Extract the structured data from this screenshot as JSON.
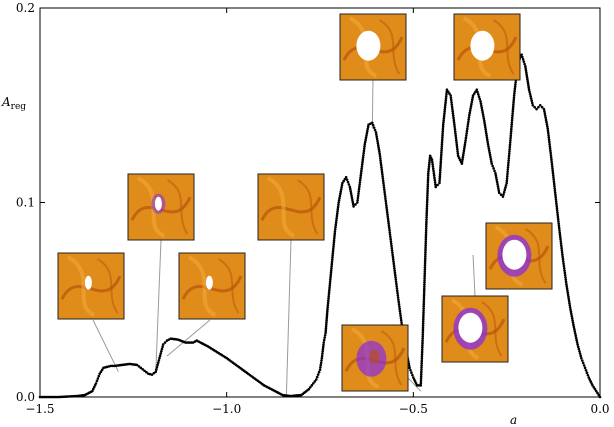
{
  "chart_data": {
    "type": "scatter",
    "title": "",
    "xlabel": "a",
    "ylabel_main": "A",
    "ylabel_sub": "reg",
    "xlim": [
      -1.5,
      0.0
    ],
    "ylim": [
      0.0,
      0.2
    ],
    "x_ticks": [
      -1.5,
      -1.0,
      -0.5,
      0.0
    ],
    "x_tick_labels": [
      "−1.5",
      "−1.0",
      "−0.5",
      "0.0"
    ],
    "y_ticks": [
      0.0,
      0.1,
      0.2
    ],
    "y_tick_labels": [
      "0.0",
      "0.1",
      "0.2"
    ],
    "grid": false,
    "legend": "none",
    "marker_color": "#000000",
    "inset_colors": {
      "background": "#e08c1a",
      "dark": "#b8520c",
      "light": "#f0a83a",
      "island": "#ffffff",
      "chaos": "#8a2be2",
      "border": "#222222"
    },
    "insets": [
      {
        "name": "inset-a1",
        "point": [
          -1.29,
          0.013
        ],
        "island": "small"
      },
      {
        "name": "inset-a2",
        "point": [
          -1.19,
          0.012
        ],
        "island": "small-purple"
      },
      {
        "name": "inset-a3",
        "point": [
          -1.16,
          0.021
        ],
        "island": "small"
      },
      {
        "name": "inset-a4",
        "point": [
          -0.84,
          0.001
        ],
        "island": "none"
      },
      {
        "name": "inset-a5",
        "point": [
          -0.61,
          0.138
        ],
        "island": "large"
      },
      {
        "name": "inset-a6",
        "point": [
          -0.48,
          0.003
        ],
        "island": "chaos"
      },
      {
        "name": "inset-a7",
        "point": [
          -0.34,
          0.073
        ],
        "island": "large-purple"
      },
      {
        "name": "inset-a8",
        "point": [
          -0.24,
          0.085
        ],
        "island": "large-purple"
      },
      {
        "name": "inset-a9",
        "point": [
          -0.22,
          0.177
        ],
        "island": "large"
      }
    ],
    "series": [
      {
        "x": [
          -1.5,
          -1.45,
          -1.4,
          -1.38,
          -1.36,
          -1.35,
          -1.34,
          -1.33,
          -1.32,
          -1.31,
          -1.3,
          -1.28,
          -1.26,
          -1.24,
          -1.23,
          -1.22,
          -1.21,
          -1.2,
          -1.19,
          -1.18,
          -1.17,
          -1.16,
          -1.15,
          -1.13,
          -1.11,
          -1.09,
          -1.08,
          -1.07,
          -1.05,
          -1.0,
          -0.95,
          -0.9,
          -0.87,
          -0.85,
          -0.83,
          -0.8,
          -0.78,
          -0.76,
          -0.75,
          -0.745,
          -0.74,
          -0.735,
          -0.73,
          -0.72,
          -0.71,
          -0.7,
          -0.69,
          -0.68,
          -0.67,
          -0.66,
          -0.65,
          -0.64,
          -0.63,
          -0.62,
          -0.61,
          -0.6,
          -0.59,
          -0.58,
          -0.57,
          -0.56,
          -0.55,
          -0.54,
          -0.53,
          -0.52,
          -0.51,
          -0.5,
          -0.49,
          -0.48,
          -0.475,
          -0.47,
          -0.465,
          -0.46,
          -0.455,
          -0.45,
          -0.44,
          -0.43,
          -0.42,
          -0.41,
          -0.4,
          -0.39,
          -0.38,
          -0.37,
          -0.36,
          -0.35,
          -0.34,
          -0.33,
          -0.32,
          -0.31,
          -0.3,
          -0.29,
          -0.28,
          -0.27,
          -0.26,
          -0.25,
          -0.24,
          -0.23,
          -0.22,
          -0.21,
          -0.2,
          -0.19,
          -0.18,
          -0.17,
          -0.16,
          -0.15,
          -0.14,
          -0.13,
          -0.12,
          -0.11,
          -0.1,
          -0.09,
          -0.08,
          -0.07,
          -0.06,
          -0.05,
          -0.04,
          -0.03,
          -0.02,
          -0.01,
          0.0
        ],
        "y": [
          0.0,
          0.0,
          0.0005,
          0.001,
          0.003,
          0.007,
          0.012,
          0.015,
          0.0155,
          0.016,
          0.016,
          0.0165,
          0.017,
          0.0165,
          0.015,
          0.0135,
          0.012,
          0.0115,
          0.013,
          0.02,
          0.027,
          0.029,
          0.03,
          0.0295,
          0.028,
          0.028,
          0.029,
          0.028,
          0.026,
          0.02,
          0.013,
          0.006,
          0.003,
          0.001,
          0.0005,
          0.001,
          0.004,
          0.009,
          0.014,
          0.02,
          0.028,
          0.033,
          0.045,
          0.065,
          0.085,
          0.1,
          0.11,
          0.113,
          0.108,
          0.098,
          0.1,
          0.115,
          0.13,
          0.14,
          0.141,
          0.136,
          0.125,
          0.11,
          0.095,
          0.08,
          0.065,
          0.05,
          0.036,
          0.025,
          0.015,
          0.01,
          0.006,
          0.006,
          0.03,
          0.06,
          0.09,
          0.115,
          0.124,
          0.122,
          0.108,
          0.11,
          0.14,
          0.158,
          0.155,
          0.14,
          0.124,
          0.12,
          0.132,
          0.145,
          0.155,
          0.158,
          0.152,
          0.142,
          0.13,
          0.12,
          0.115,
          0.105,
          0.103,
          0.11,
          0.132,
          0.155,
          0.172,
          0.176,
          0.17,
          0.158,
          0.15,
          0.148,
          0.15,
          0.148,
          0.138,
          0.122,
          0.105,
          0.088,
          0.072,
          0.058,
          0.046,
          0.036,
          0.027,
          0.02,
          0.015,
          0.01,
          0.006,
          0.003,
          0.0
        ]
      }
    ]
  }
}
